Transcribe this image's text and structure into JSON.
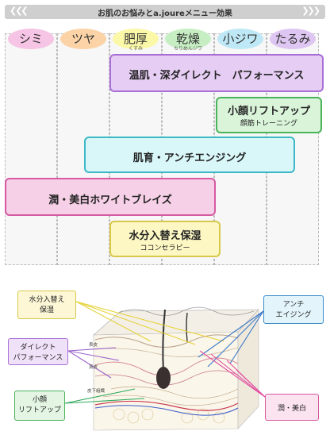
{
  "header": {
    "title": "お肌のお悩みとa.joureメニュー効果",
    "chevrons_left": "❮❮❮",
    "chevrons_right": "❯❯❯"
  },
  "concerns": [
    {
      "label": "シミ",
      "sub": "",
      "color": "#f6c4e4"
    },
    {
      "label": "ツヤ",
      "sub": "",
      "color": "#fbd3a6"
    },
    {
      "label": "肥厚",
      "sub": "くすみ",
      "color": "#fbf8a8"
    },
    {
      "label": "乾燥",
      "sub": "ちりめんジワ",
      "color": "#c6eec2"
    },
    {
      "label": "小ジワ",
      "sub": "",
      "color": "#bfe8f6"
    },
    {
      "label": "たるみ",
      "sub": "",
      "color": "#dec6f2"
    }
  ],
  "menus": [
    {
      "title": "温肌・深ダイレクト　パフォーマンス",
      "subtitle": "",
      "fill": "#e6cdf3",
      "border": "#a86fd6"
    },
    {
      "title": "小顔リフトアップ",
      "subtitle": "顔筋トレーニング",
      "fill": "#daf4da",
      "border": "#49b35a"
    },
    {
      "title": "肌育・アンチエンジング",
      "subtitle": "",
      "fill": "#d9f6f8",
      "border": "#3db8c8"
    },
    {
      "title": "潤・美白ホワイトブレイズ",
      "subtitle": "",
      "fill": "#f6d0e6",
      "border": "#d55aa2"
    },
    {
      "title": "水分入替え保湿",
      "subtitle": "ココンセラピー",
      "fill": "#fdf7c4",
      "border": "#d8c84a"
    }
  ],
  "diagram": {
    "callouts": [
      {
        "text": "水分入替え\n保湿",
        "fill": "#fdf7d6",
        "border": "#d8c84a",
        "arrow": "#e6d23a"
      },
      {
        "text": "ダイレクト\nパフォーマンス",
        "fill": "#efe1f8",
        "border": "#a86fd6",
        "arrow": "#9a63cc"
      },
      {
        "text": "小顔\nリフトアップ",
        "fill": "#e4f5e4",
        "border": "#49b35a",
        "arrow": "#2fa85a"
      },
      {
        "text": "アンチ\nエイジング",
        "fill": "#e3f5fb",
        "border": "#3a8ac8",
        "arrow": "#3a78c8"
      },
      {
        "text": "潤・美白",
        "fill": "#fbe3ef",
        "border": "#d55aa2",
        "arrow": "#e14fa0"
      }
    ],
    "layer_labels": [
      "表皮",
      "真皮",
      "皮下組織"
    ]
  }
}
